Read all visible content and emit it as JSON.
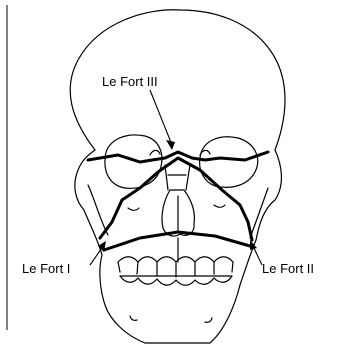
{
  "labels": {
    "le_fort_i": "Le Fort I",
    "le_fort_ii": "Le Fort II",
    "le_fort_iii": "Le Fort III"
  },
  "colors": {
    "line": "#000000",
    "background": "#ffffff"
  }
}
